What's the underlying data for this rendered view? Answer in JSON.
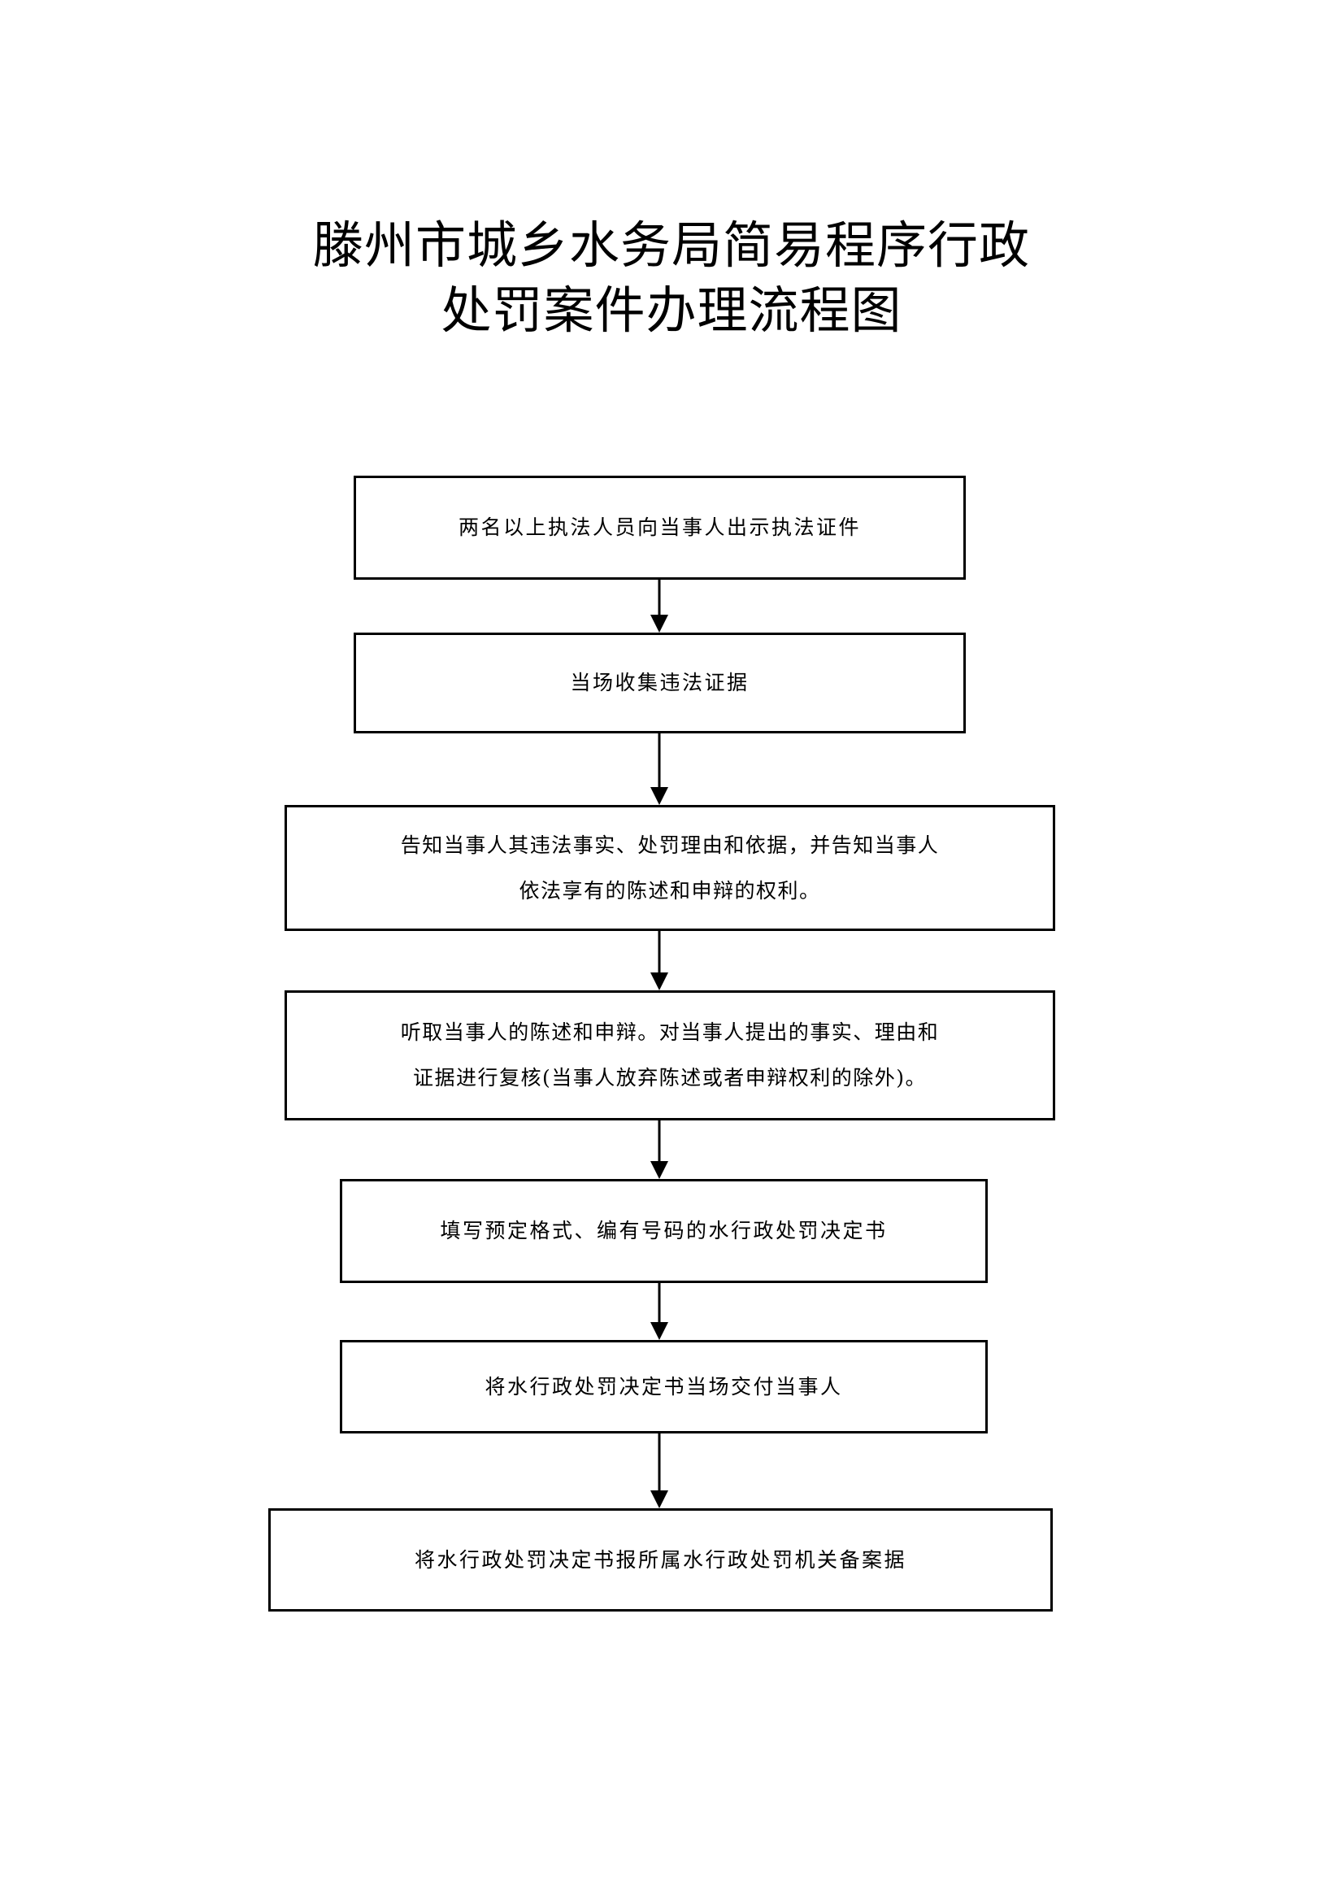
{
  "document": {
    "title_lines": [
      "滕州市城乡水务局简易程序行政",
      "处罚案件办理流程图"
    ],
    "title_full": "滕州市城乡水务局简易程序行政处罚案件办理流程图"
  },
  "flowchart": {
    "type": "flowchart",
    "orientation": "top-to-bottom",
    "connector_style": "solid-line-with-filled-arrowhead",
    "border_color": "#000000",
    "background_color": "#ffffff",
    "text_color": "#000000",
    "steps": [
      {
        "index": 1,
        "name": "show-law-enforcement-credentials",
        "lines": [
          "两名以上执法人员向当事人出示执法证件"
        ]
      },
      {
        "index": 2,
        "name": "collect-evidence-on-site",
        "lines": [
          "当场收集违法证据"
        ]
      },
      {
        "index": 3,
        "name": "inform-party-of-facts-and-rights",
        "lines": [
          "告知当事人其违法事实、处罚理由和依据，并告知当事人",
          "依法享有的陈述和申辩的权利。"
        ]
      },
      {
        "index": 4,
        "name": "hear-statement-and-defense",
        "lines": [
          "听取当事人的陈述和申辩。对当事人提出的事实、理由和",
          "证据进行复核(当事人放弃陈述或者申辩权利的除外)。"
        ]
      },
      {
        "index": 5,
        "name": "fill-out-penalty-decision",
        "lines": [
          "填写预定格式、编有号码的水行政处罚决定书"
        ]
      },
      {
        "index": 6,
        "name": "deliver-decision-on-site",
        "lines": [
          "将水行政处罚决定书当场交付当事人"
        ]
      },
      {
        "index": 7,
        "name": "file-decision-with-authority",
        "lines": [
          "将水行政处罚决定书报所属水行政处罚机关备案据"
        ]
      }
    ]
  }
}
